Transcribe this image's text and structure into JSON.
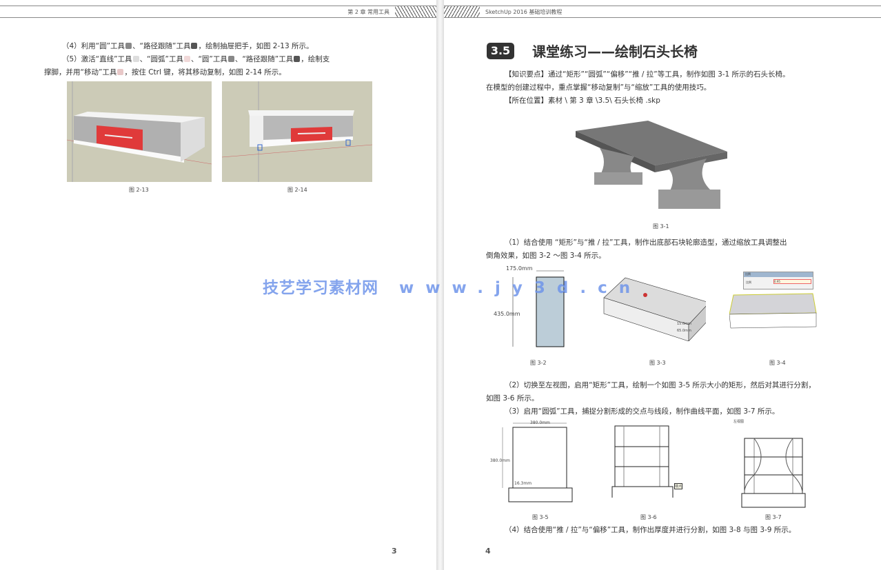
{
  "left_page": {
    "header": "第 2 章 常用工具",
    "paragraphs": [
      {
        "parts": [
          "（4）利用“圆”工具",
          "、“路径跟随”工具",
          "，绘制抽屉把手，如图 2-13 所示。"
        ]
      },
      {
        "parts": [
          "（5）激活“直线”工具",
          "、“圆弧”工具",
          "、“圆”工具",
          "、“路径跟随”工具",
          "，绘制支"
        ]
      },
      {
        "parts": [
          "撑脚，并用“移动”工具",
          "，按住 Ctrl 键，将其移动复制，如图 2-14 所示。"
        ]
      }
    ],
    "figures": [
      {
        "caption": "图 2-13"
      },
      {
        "caption": "图 2-14"
      }
    ],
    "page_number": "3"
  },
  "right_page": {
    "header": "SketchUp 2016 基础培训教程",
    "section_number": "3.5",
    "section_title": "课堂练习——绘制石头长椅",
    "knowledge_points": "【知识要点】通过“矩形”“圆弧”“偏移”“推 / 拉”等工具，制作如图 3-1 所示的石头长椅。",
    "knowledge_points_2": "在模型的创建过程中，重点掌握“移动复制”与“缩放”工具的使用技巧。",
    "location": "【所在位置】素材 \\ 第 3 章 \\3.5\\ 石头长椅 .skp",
    "fig31_caption": "图 3-1",
    "step1": "（1）结合使用 “矩形”与“推 / 拉”工具，制作出底部石块轮廓造型，通过缩放工具调整出",
    "step1_2": "倒角效果，如图 3-2 ～图 3-4 所示。",
    "fig32": {
      "width_dim": "175.0mm",
      "height_dim": "435.0mm",
      "caption": "图 3-2"
    },
    "fig33": {
      "dim1": "15.0mm",
      "dim2": "65.0mm",
      "caption": "图 3-3"
    },
    "fig34": {
      "dialog_title": "比例",
      "dialog_label": "比例",
      "dialog_value": "0.95",
      "caption": "图 3-4"
    },
    "step2": "（2）切换至左视图，启用“矩形”工具，绘制一个如图 3-5 所示大小的矩形，然后对其进行分割，",
    "step2_2": "如图 3-6 所示。",
    "step3": "（3）启用“圆弧”工具，捕捉分割形成的交点与线段，制作曲线平面，如图 3-7 所示。",
    "fig35": {
      "width_dim": "380.0mm",
      "height_dim": "380.0mm",
      "small_dim": "16.3mm",
      "caption": "图 3-5"
    },
    "fig36": {
      "tooltip": "端点",
      "caption": "图 3-6"
    },
    "fig37": {
      "view_label": "左视图",
      "caption": "图 3-7"
    },
    "step4": "（4）结合使用“推 / 拉”与“偏移”工具，制作出厚度并进行分割，如图 3-8 与图 3-9 所示。",
    "page_number": "4"
  },
  "watermark": {
    "name": "技艺学习素材网",
    "url": "www.jy3d.cn"
  },
  "colors": {
    "render_bg": "#cccbb7",
    "drawer_red": "#e03a3a",
    "watermark": "#6f95ea"
  }
}
